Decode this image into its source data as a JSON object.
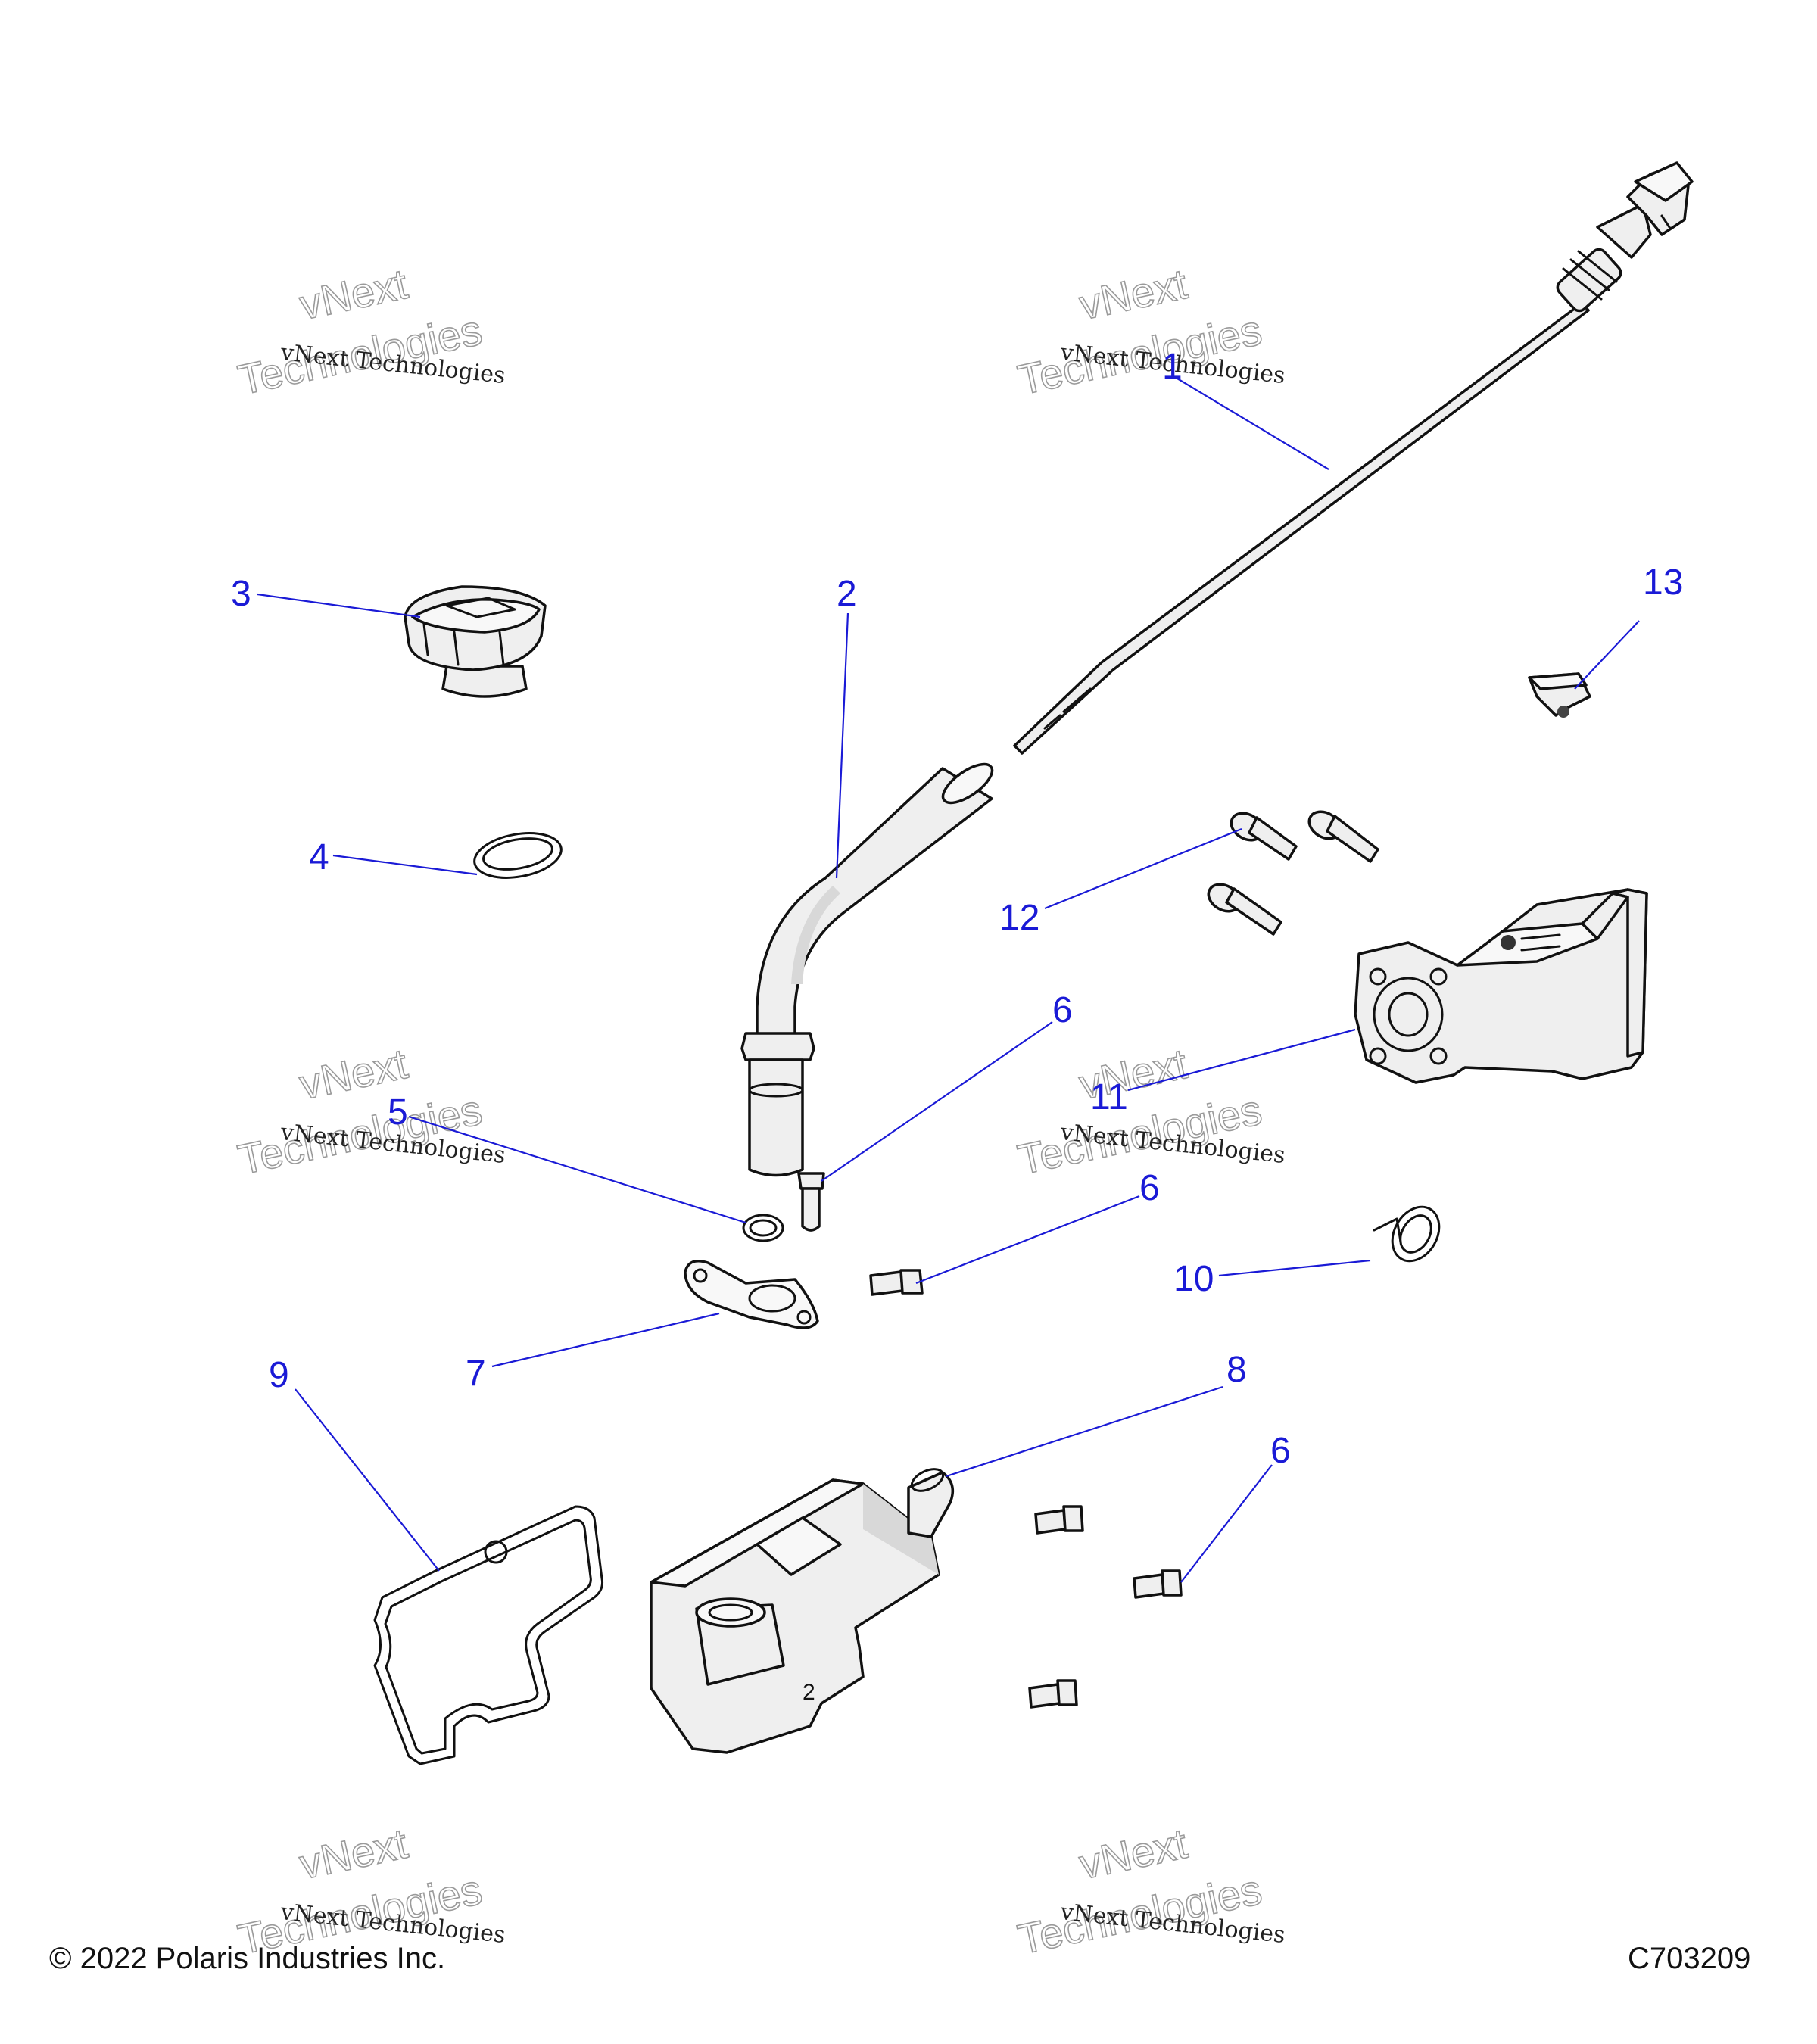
{
  "callouts": [
    {
      "id": "1",
      "label": "1"
    },
    {
      "id": "2",
      "label": "2"
    },
    {
      "id": "3",
      "label": "3"
    },
    {
      "id": "4",
      "label": "4"
    },
    {
      "id": "5",
      "label": "5"
    },
    {
      "id": "6a",
      "label": "6"
    },
    {
      "id": "6b",
      "label": "6"
    },
    {
      "id": "6c",
      "label": "6"
    },
    {
      "id": "7",
      "label": "7"
    },
    {
      "id": "8",
      "label": "8"
    },
    {
      "id": "9",
      "label": "9"
    },
    {
      "id": "10",
      "label": "10"
    },
    {
      "id": "11",
      "label": "11"
    },
    {
      "id": "12",
      "label": "12"
    },
    {
      "id": "13",
      "label": "13"
    }
  ],
  "watermark": {
    "line_small": "vNext Technologies",
    "line_big_1": "vNext",
    "line_big_2": "Technologies"
  },
  "footer": {
    "copyright": "© 2022 Polaris Industries Inc.",
    "drawing_number": "C703209"
  },
  "colors": {
    "callout": "#1a1ad6",
    "outline": "#111111"
  }
}
